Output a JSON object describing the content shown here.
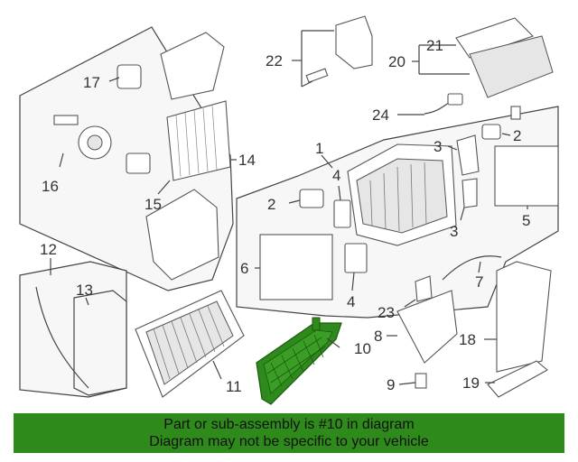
{
  "callouts": {
    "c1": "1",
    "c2a": "2",
    "c2b": "2",
    "c3a": "3",
    "c3b": "3",
    "c4a": "4",
    "c4b": "4",
    "c5": "5",
    "c6": "6",
    "c7": "7",
    "c8": "8",
    "c9": "9",
    "c10": "10",
    "c11": "11",
    "c12": "12",
    "c13": "13",
    "c14": "14",
    "c15": "15",
    "c16": "16",
    "c17": "17",
    "c18": "18",
    "c19": "19",
    "c20": "20",
    "c21": "21",
    "c22": "22",
    "c23": "23",
    "c24": "24"
  },
  "highlight": {
    "part": "10",
    "color": "#2f8a1c"
  },
  "banner": {
    "line1": "Part or sub-assembly is #10 in diagram",
    "line2": "Diagram may not be specific to your vehicle",
    "background": "#2f8a1c"
  }
}
